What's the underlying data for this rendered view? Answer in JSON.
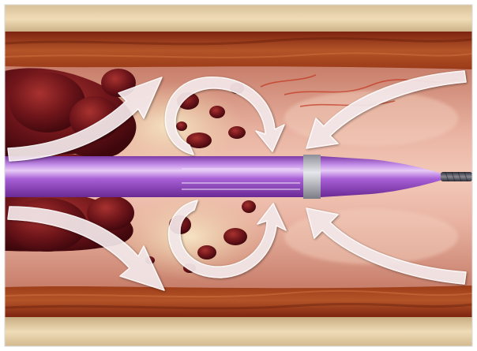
{
  "illustration": {
    "labels": [],
    "colors": {
      "frame": "#ffffff",
      "outer_wall_light": "#c9aa7c",
      "outer_wall_mid": "#e3cda3",
      "inner_wall_dark": "#8a2a10",
      "inner_wall_mid": "#b8582e",
      "lumen_pink": "#e5a89a",
      "lumen_cream": "#f1d9b8",
      "clot_dark": "#4a0b10",
      "clot_mid": "#7a1a1e",
      "catheter_purple": "#9b4fc7",
      "catheter_highlight": "#d9b3f0",
      "catheter_band": "#b9b9c2",
      "guidewire": "#4a4a55",
      "arrow_fill": "#f3e8ea"
    },
    "elements": {
      "vessel": "blood-vessel",
      "clots": "thrombus-clumps",
      "catheter": "thrombectomy-catheter",
      "guidewire": "guidewire",
      "arrows": "flow-arrows"
    }
  }
}
